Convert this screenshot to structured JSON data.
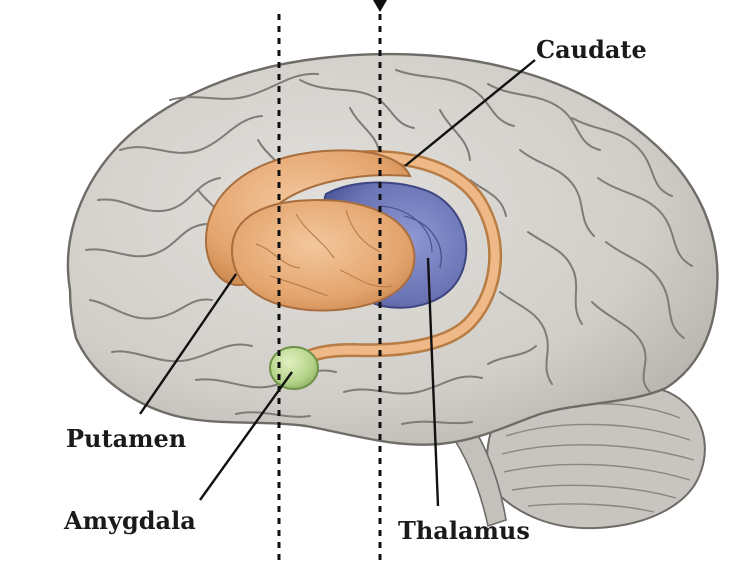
{
  "labels": {
    "caudate": "Caudate",
    "putamen": "Putamen",
    "amygdala": "Amygdala",
    "thalamus": "Thalamus"
  },
  "colors": {
    "brain": "#d3d0cb",
    "brain_outline": "#6f6c68",
    "striatum": "#e3a46f",
    "thalamus": "#6f78b6",
    "amygdala": "#b7d48b",
    "cerebellum": "#c8c5c0",
    "leader_line": "#111111",
    "section_line": "#111111"
  },
  "icons": {
    "section_marker": "down-triangle-icon"
  }
}
